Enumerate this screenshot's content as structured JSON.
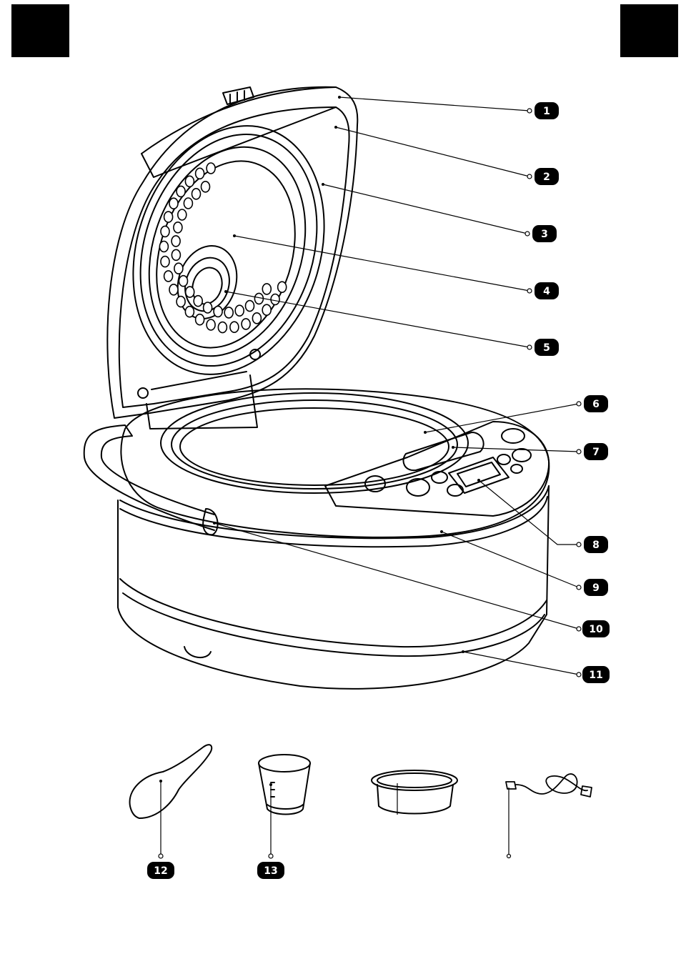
{
  "colors": {
    "ink": "#000000",
    "paper": "#ffffff",
    "corner_block": "#000000"
  },
  "callouts": [
    {
      "id": "1",
      "label": "1"
    },
    {
      "id": "2",
      "label": "2"
    },
    {
      "id": "3",
      "label": "3"
    },
    {
      "id": "4",
      "label": "4"
    },
    {
      "id": "5",
      "label": "5"
    },
    {
      "id": "6",
      "label": "6"
    },
    {
      "id": "7",
      "label": "7"
    },
    {
      "id": "8",
      "label": "8"
    },
    {
      "id": "9",
      "label": "9"
    },
    {
      "id": "10",
      "label": "10"
    },
    {
      "id": "11",
      "label": "11"
    },
    {
      "id": "12",
      "label": "12"
    },
    {
      "id": "13",
      "label": "13"
    }
  ]
}
